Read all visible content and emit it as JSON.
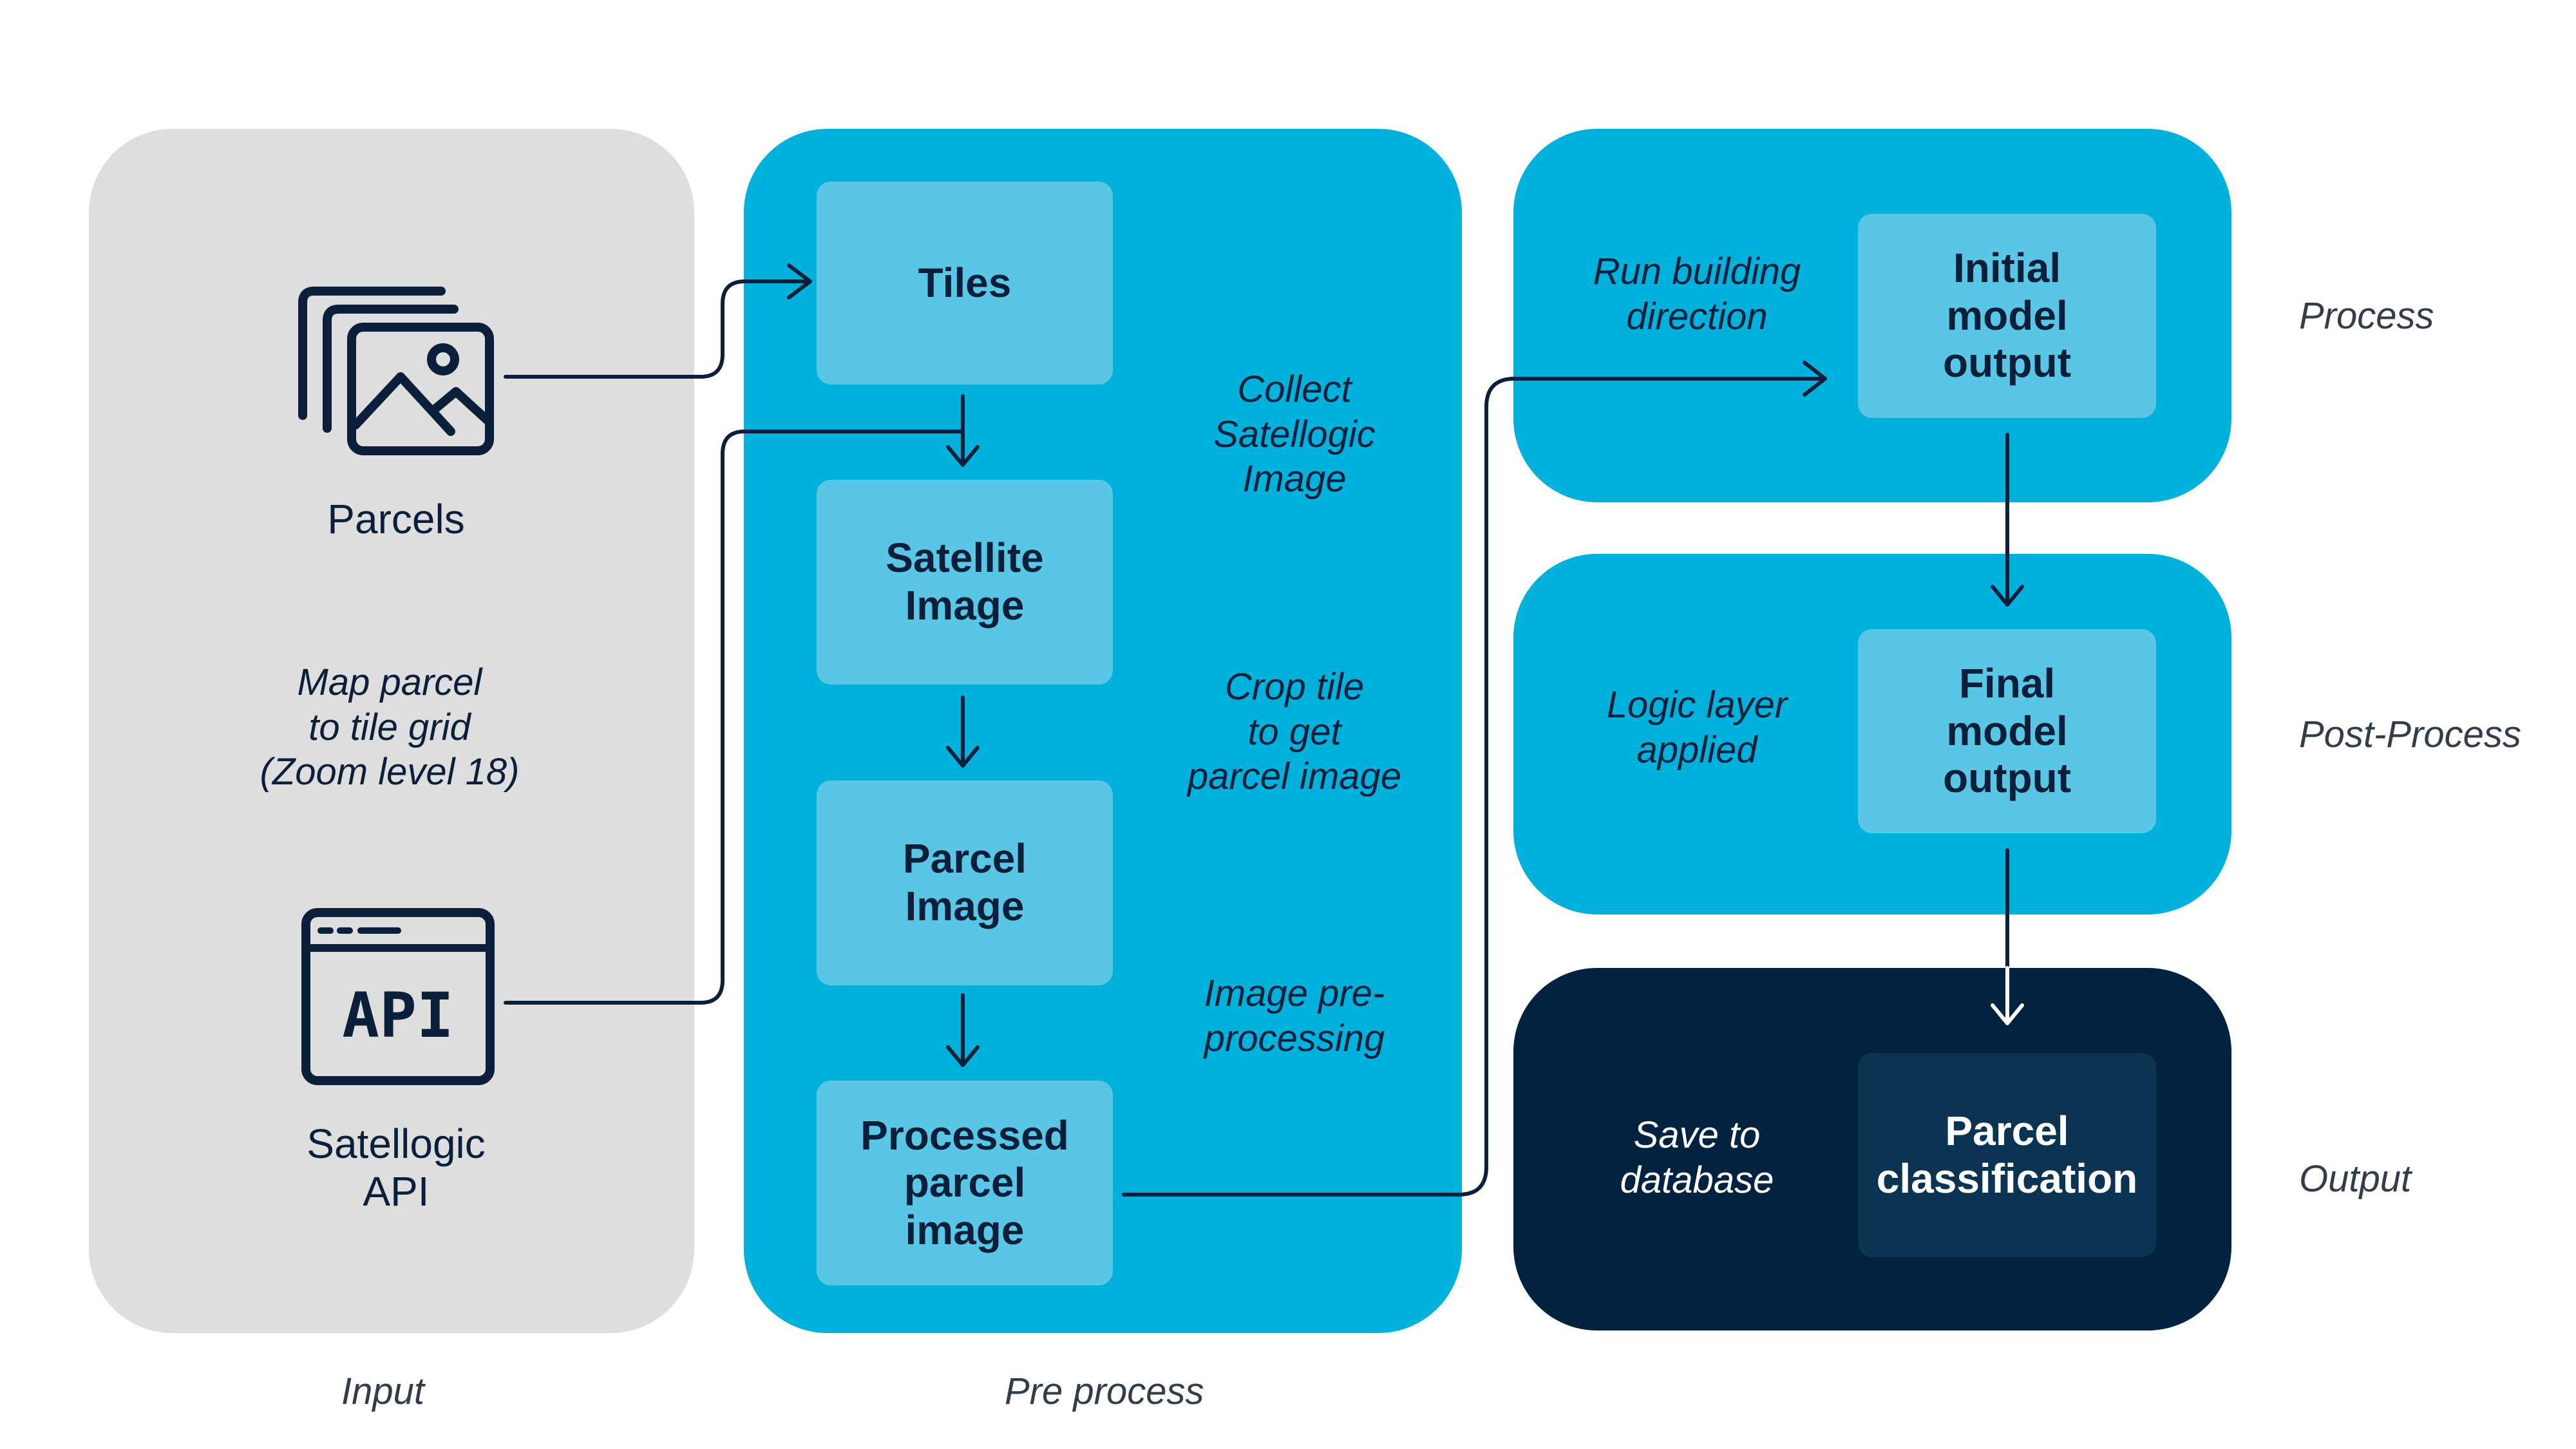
{
  "colors": {
    "input_panel": "#dedede",
    "cyan_panel": "#00b1dc",
    "light_box": "#5ac6e6",
    "output_panel": "#012340",
    "output_box": "#0b3352",
    "ink": "#0b1f3a"
  },
  "input": {
    "parcels_icon": "images-stack-icon",
    "parcels_label": "Parcels",
    "map_note": "Map parcel\nto tile grid\n(Zoom level 18)",
    "api_icon": "api-window-icon",
    "api_icon_text": "API",
    "api_label": "Satellogic\nAPI"
  },
  "preprocess": {
    "boxes": [
      "Tiles",
      "Satellite\nImage",
      "Parcel\nImage",
      "Processed\nparcel\nimage"
    ],
    "notes": [
      "Collect\nSatellogic\nImage",
      "Crop tile\nto get\nparcel image",
      "Image pre-\nprocessing"
    ]
  },
  "process": {
    "note": "Run building\ndirection",
    "box": "Initial\nmodel\noutput"
  },
  "postprocess": {
    "note": "Logic layer\napplied",
    "box": "Final\nmodel\noutput"
  },
  "output": {
    "note": "Save to\ndatabase",
    "box": "Parcel\nclassification"
  },
  "stages": {
    "input": "Input",
    "preprocess": "Pre process",
    "process": "Process",
    "postprocess": "Post-Process",
    "output": "Output"
  }
}
